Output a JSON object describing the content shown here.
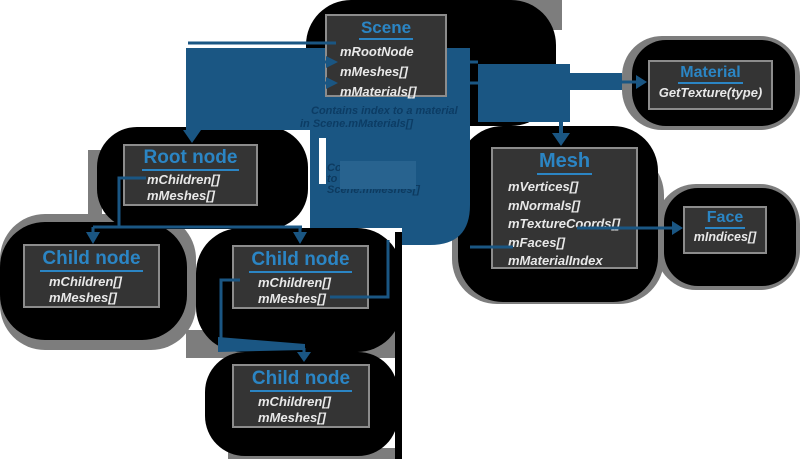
{
  "boxes": {
    "scene": {
      "title": "Scene",
      "members": [
        "mRootNode",
        "mMeshes[]",
        "mMaterials[]"
      ]
    },
    "material": {
      "title": "Material",
      "members": [
        "GetTexture(type)"
      ]
    },
    "mesh": {
      "title": "Mesh",
      "members": [
        "mVertices[]",
        "mNormals[]",
        "mTextureCoords[]",
        "mFaces[]",
        "mMaterialIndex"
      ]
    },
    "face": {
      "title": "Face",
      "members": [
        "mIndices[]"
      ]
    },
    "root_node": {
      "title": "Root node",
      "members": [
        "mChildren[]",
        "mMeshes[]"
      ]
    },
    "child_left": {
      "title": "Child node",
      "members": [
        "mChildren[]",
        "mMeshes[]"
      ]
    },
    "child_middle": {
      "title": "Child node",
      "members": [
        "mChildren[]",
        "mMeshes[]"
      ]
    },
    "child_bottom": {
      "title": "Child node",
      "members": [
        "mChildren[]",
        "mMeshes[]"
      ]
    }
  },
  "annotations": {
    "material_note": {
      "line1": "Contains index to a material",
      "line2": "in Scene.mMaterials[]"
    },
    "mesh_note": {
      "line1": "Contains indices",
      "line2": "to meshes in",
      "line3": "Scene.mMeshes[]"
    }
  },
  "colors": {
    "title_blue": "#2b85c4",
    "arrow_blue": "#1a5683",
    "note_navy": "#0c3c64",
    "box_bg": "#343434",
    "box_border": "#8c8c8c",
    "member_text": "#e8e8e8",
    "blob_black": "#000000",
    "blob_gray": "#7d7d7d",
    "overlay_blue": "#28638f"
  }
}
